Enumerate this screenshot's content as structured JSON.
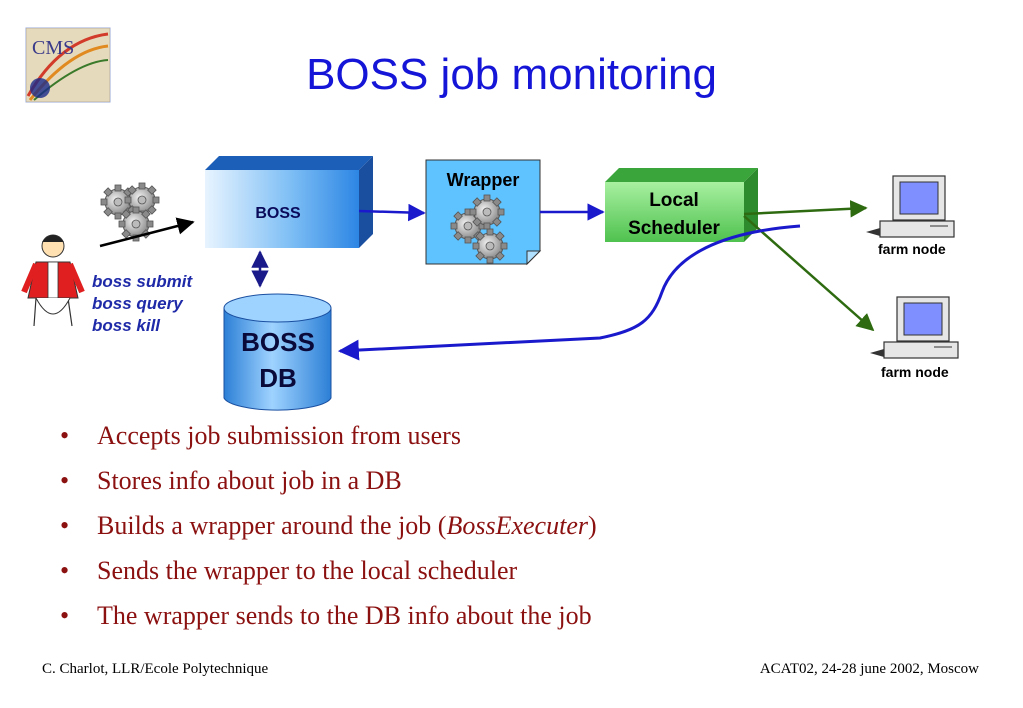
{
  "title": "BOSS job monitoring",
  "diagram": {
    "boss_label": "BOSS",
    "wrapper_label": "Wrapper",
    "scheduler_label_line1": "Local",
    "scheduler_label_line2": "Scheduler",
    "db_label_line1": "BOSS",
    "db_label_line2": "DB",
    "commands": [
      "boss submit",
      "boss query",
      "boss kill"
    ],
    "farm_node_label_1": "farm node",
    "farm_node_label_2": "farm node",
    "logo_text": "CMS"
  },
  "bullets": [
    {
      "text": "Accepts job submission from users"
    },
    {
      "text": "Stores info about job in a DB"
    },
    {
      "text": "Builds a wrapper around the job (",
      "italic": "BossExecuter",
      "suffix": ")"
    },
    {
      "text": "Sends the wrapper to the local scheduler"
    },
    {
      "text": "The wrapper sends to the DB info about the job"
    }
  ],
  "bullet_symbol": "•",
  "footer": {
    "left": "C. Charlot, LLR/Ecole Polytechnique",
    "right": "ACAT02, 24-28 june 2002, Moscow"
  },
  "colors": {
    "title": "#1515d8",
    "bullet_text": "#8b1010",
    "command_text": "#1f2aa8",
    "arrow_blue": "#1a1acc",
    "arrow_green": "#2e6b10",
    "boss_box": "#3f9cf0",
    "wrapper_box": "#5fc3ff",
    "scheduler_box": "#66d066",
    "db_cylinder": "#3f9cf0"
  }
}
